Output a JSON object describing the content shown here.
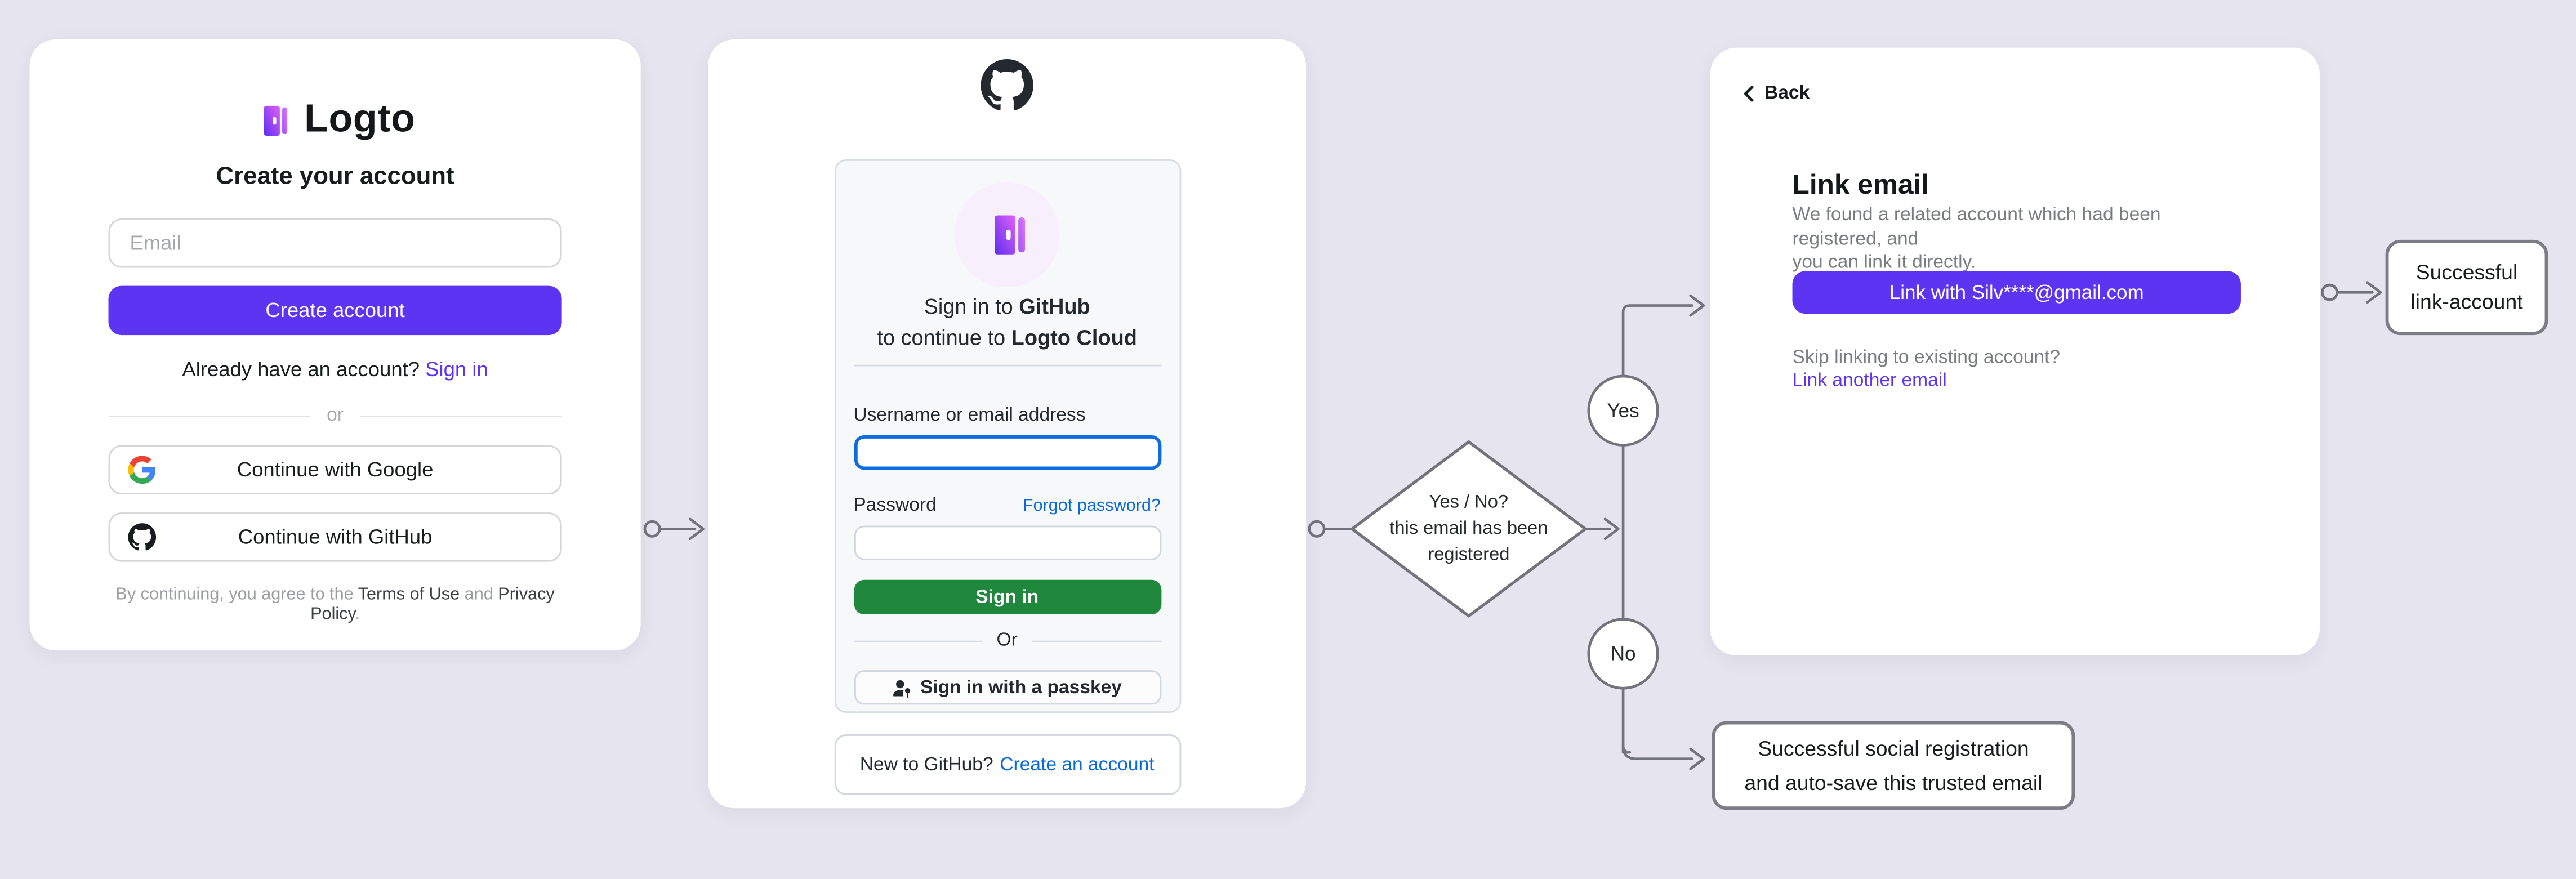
{
  "colors": {
    "background": "#e6e4ee",
    "logto_purple": "#5d34f2",
    "github_green": "#1f883d",
    "github_blue": "#0969da",
    "connector_gray": "#73737d"
  },
  "logto_card": {
    "brand": "Logto",
    "title": "Create your account",
    "email_placeholder": "Email",
    "create_button": "Create account",
    "signin_prompt": "Already have an account?",
    "signin_link": "Sign in",
    "divider": "or",
    "google_button": "Continue with Google",
    "github_button": "Continue with GitHub",
    "terms_prefix": "By continuing, you agree to the ",
    "terms_link": "Terms of Use",
    "terms_middle": " and ",
    "privacy_link": "Privacy Policy",
    "terms_suffix": "."
  },
  "github_card": {
    "signin_title_prefix": "Sign in to ",
    "signin_title_bold": "GitHub",
    "continue_prefix": "to continue to ",
    "continue_bold": "Logto Cloud",
    "username_label": "Username or email address",
    "username_value": "",
    "password_label": "Password",
    "password_value": "",
    "forgot_link": "Forgot password?",
    "signin_button": "Sign in",
    "divider": "Or",
    "passkey_button": "Sign in with a passkey",
    "new_prompt": "New to GitHub?",
    "create_link": "Create an account"
  },
  "flow": {
    "decision_line1": "Yes / No?",
    "decision_line2": "this email has been",
    "decision_line3": "registered",
    "yes_label": "Yes",
    "no_label": "No",
    "link_success_line1": "Successful",
    "link_success_line2": "link-account",
    "social_success_line1": "Successful social registration",
    "social_success_line2": "and auto-save this trusted email"
  },
  "link_card": {
    "back": "Back",
    "title": "Link email",
    "description_line1": "We found a related account which had been registered, and",
    "description_line2": "you can link it directly.",
    "link_button": "Link with Silv****@gmail.com",
    "skip_prompt": "Skip linking to existing account?",
    "skip_link": "Link another email"
  }
}
